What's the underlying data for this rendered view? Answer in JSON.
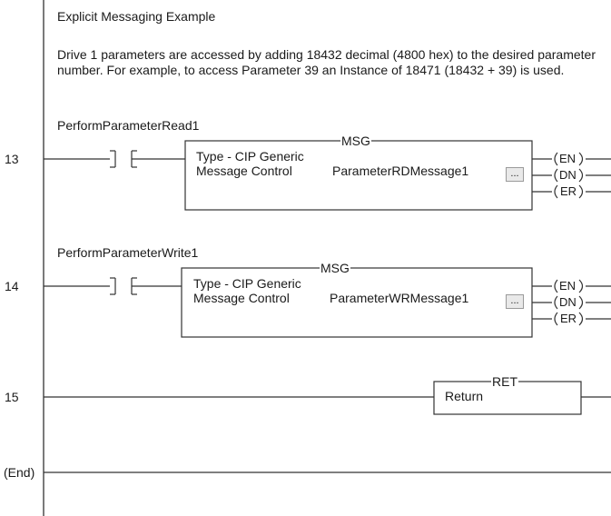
{
  "header": {
    "title": "Explicit Messaging Example",
    "description": "Drive 1 parameters are accessed by adding 18432 decimal (4800 hex) to the desired parameter number. For example, to access Parameter 39 an Instance of 18471 (18432 + 39) is used."
  },
  "rungs": [
    {
      "number": "13",
      "tag": "PerformParameterRead1",
      "instruction": "MSG",
      "type_line": "Type - CIP Generic",
      "control_label": "Message Control",
      "control_value": "ParameterRDMessage1",
      "ellipsis": "...",
      "outputs": [
        "EN",
        "DN",
        "ER"
      ]
    },
    {
      "number": "14",
      "tag": "PerformParameterWrite1",
      "instruction": "MSG",
      "type_line": "Type - CIP Generic",
      "control_label": "Message Control",
      "control_value": "ParameterWRMessage1",
      "ellipsis": "...",
      "outputs": [
        "EN",
        "DN",
        "ER"
      ]
    },
    {
      "number": "15",
      "instruction": "RET",
      "label": "Return"
    },
    {
      "number": "(End)"
    }
  ]
}
